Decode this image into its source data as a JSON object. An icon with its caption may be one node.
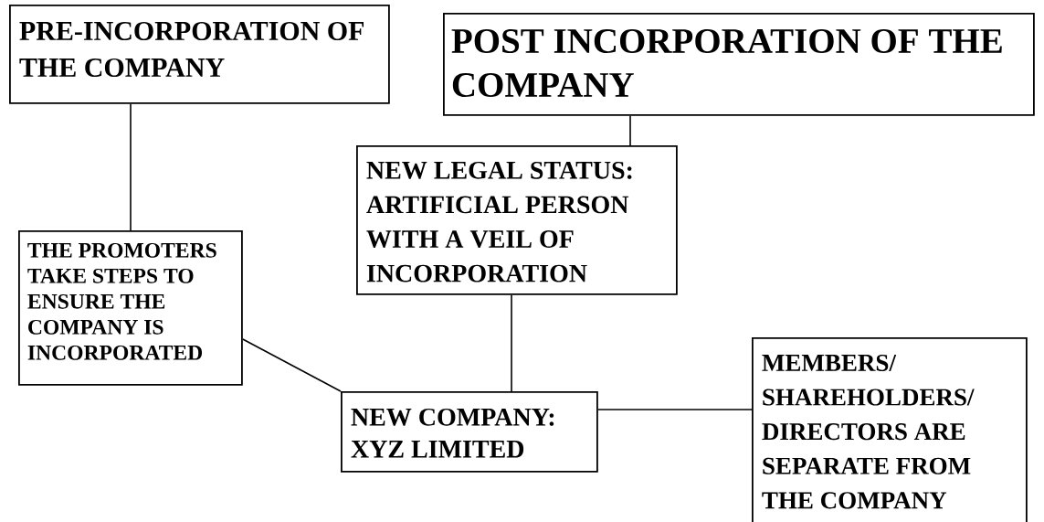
{
  "diagram": {
    "nodes": [
      {
        "text": [
          "PRE-INCORPORATION OF THE COMPANY"
        ]
      },
      {
        "text": [
          "POST INCORPORATION OF THE COMPANY"
        ]
      },
      {
        "text": [
          "NEW LEGAL STATUS: ARTIFICIAL PERSON WITH A VEIL OF INCORPORATION"
        ]
      },
      {
        "text": [
          "THE PROMOTERS TAKE STEPS TO ENSURE THE COMPANY IS INCORPORATED"
        ]
      },
      {
        "text": [
          "NEW COMPANY: XYZ LIMITED"
        ]
      },
      {
        "text": [
          "MEMBERS/ SHAREHOLDERS/ DIRECTORS ARE SEPARATE FROM THE COMPANY"
        ]
      }
    ],
    "edges": [
      {
        "from": 0,
        "to": 3,
        "arrow": "none"
      },
      {
        "from": 1,
        "to": 2,
        "arrow": "none"
      },
      {
        "from": 2,
        "to": 4,
        "arrow": "none"
      },
      {
        "from": 3,
        "to": 4,
        "arrow": "none"
      },
      {
        "from": 4,
        "to": 5,
        "arrow": "none"
      }
    ]
  }
}
